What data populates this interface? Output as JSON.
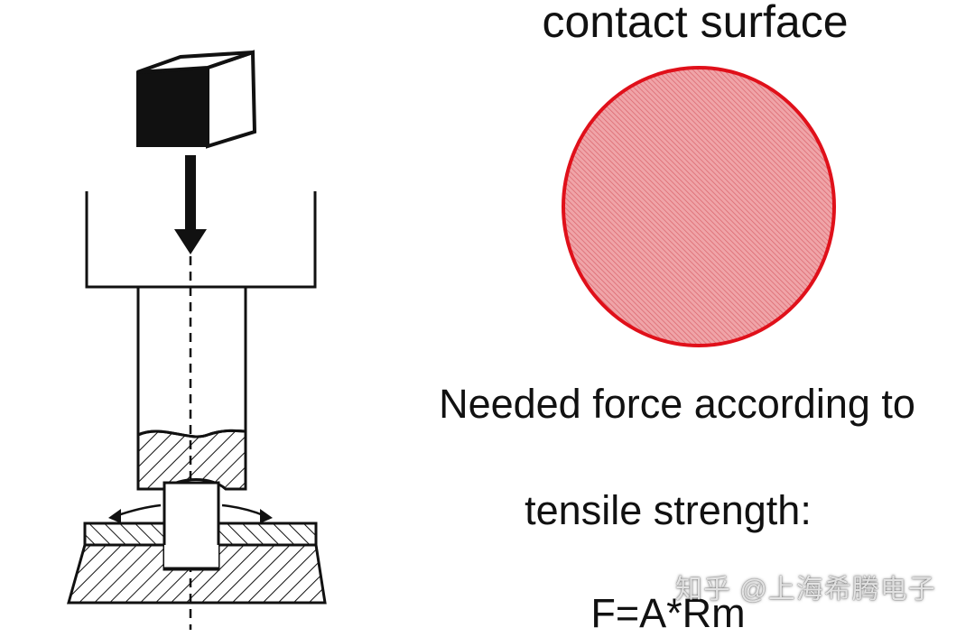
{
  "diagram": {
    "title": "contact surface",
    "force_text": {
      "line1": "Needed force according to",
      "line2": "tensile strength:",
      "formula": "F=A*Rm"
    },
    "watermark": "知乎 @上海希腾电子",
    "colors": {
      "disk_fill": "#e9858a",
      "disk_stroke": "#e0101a",
      "ink": "#111111"
    }
  }
}
